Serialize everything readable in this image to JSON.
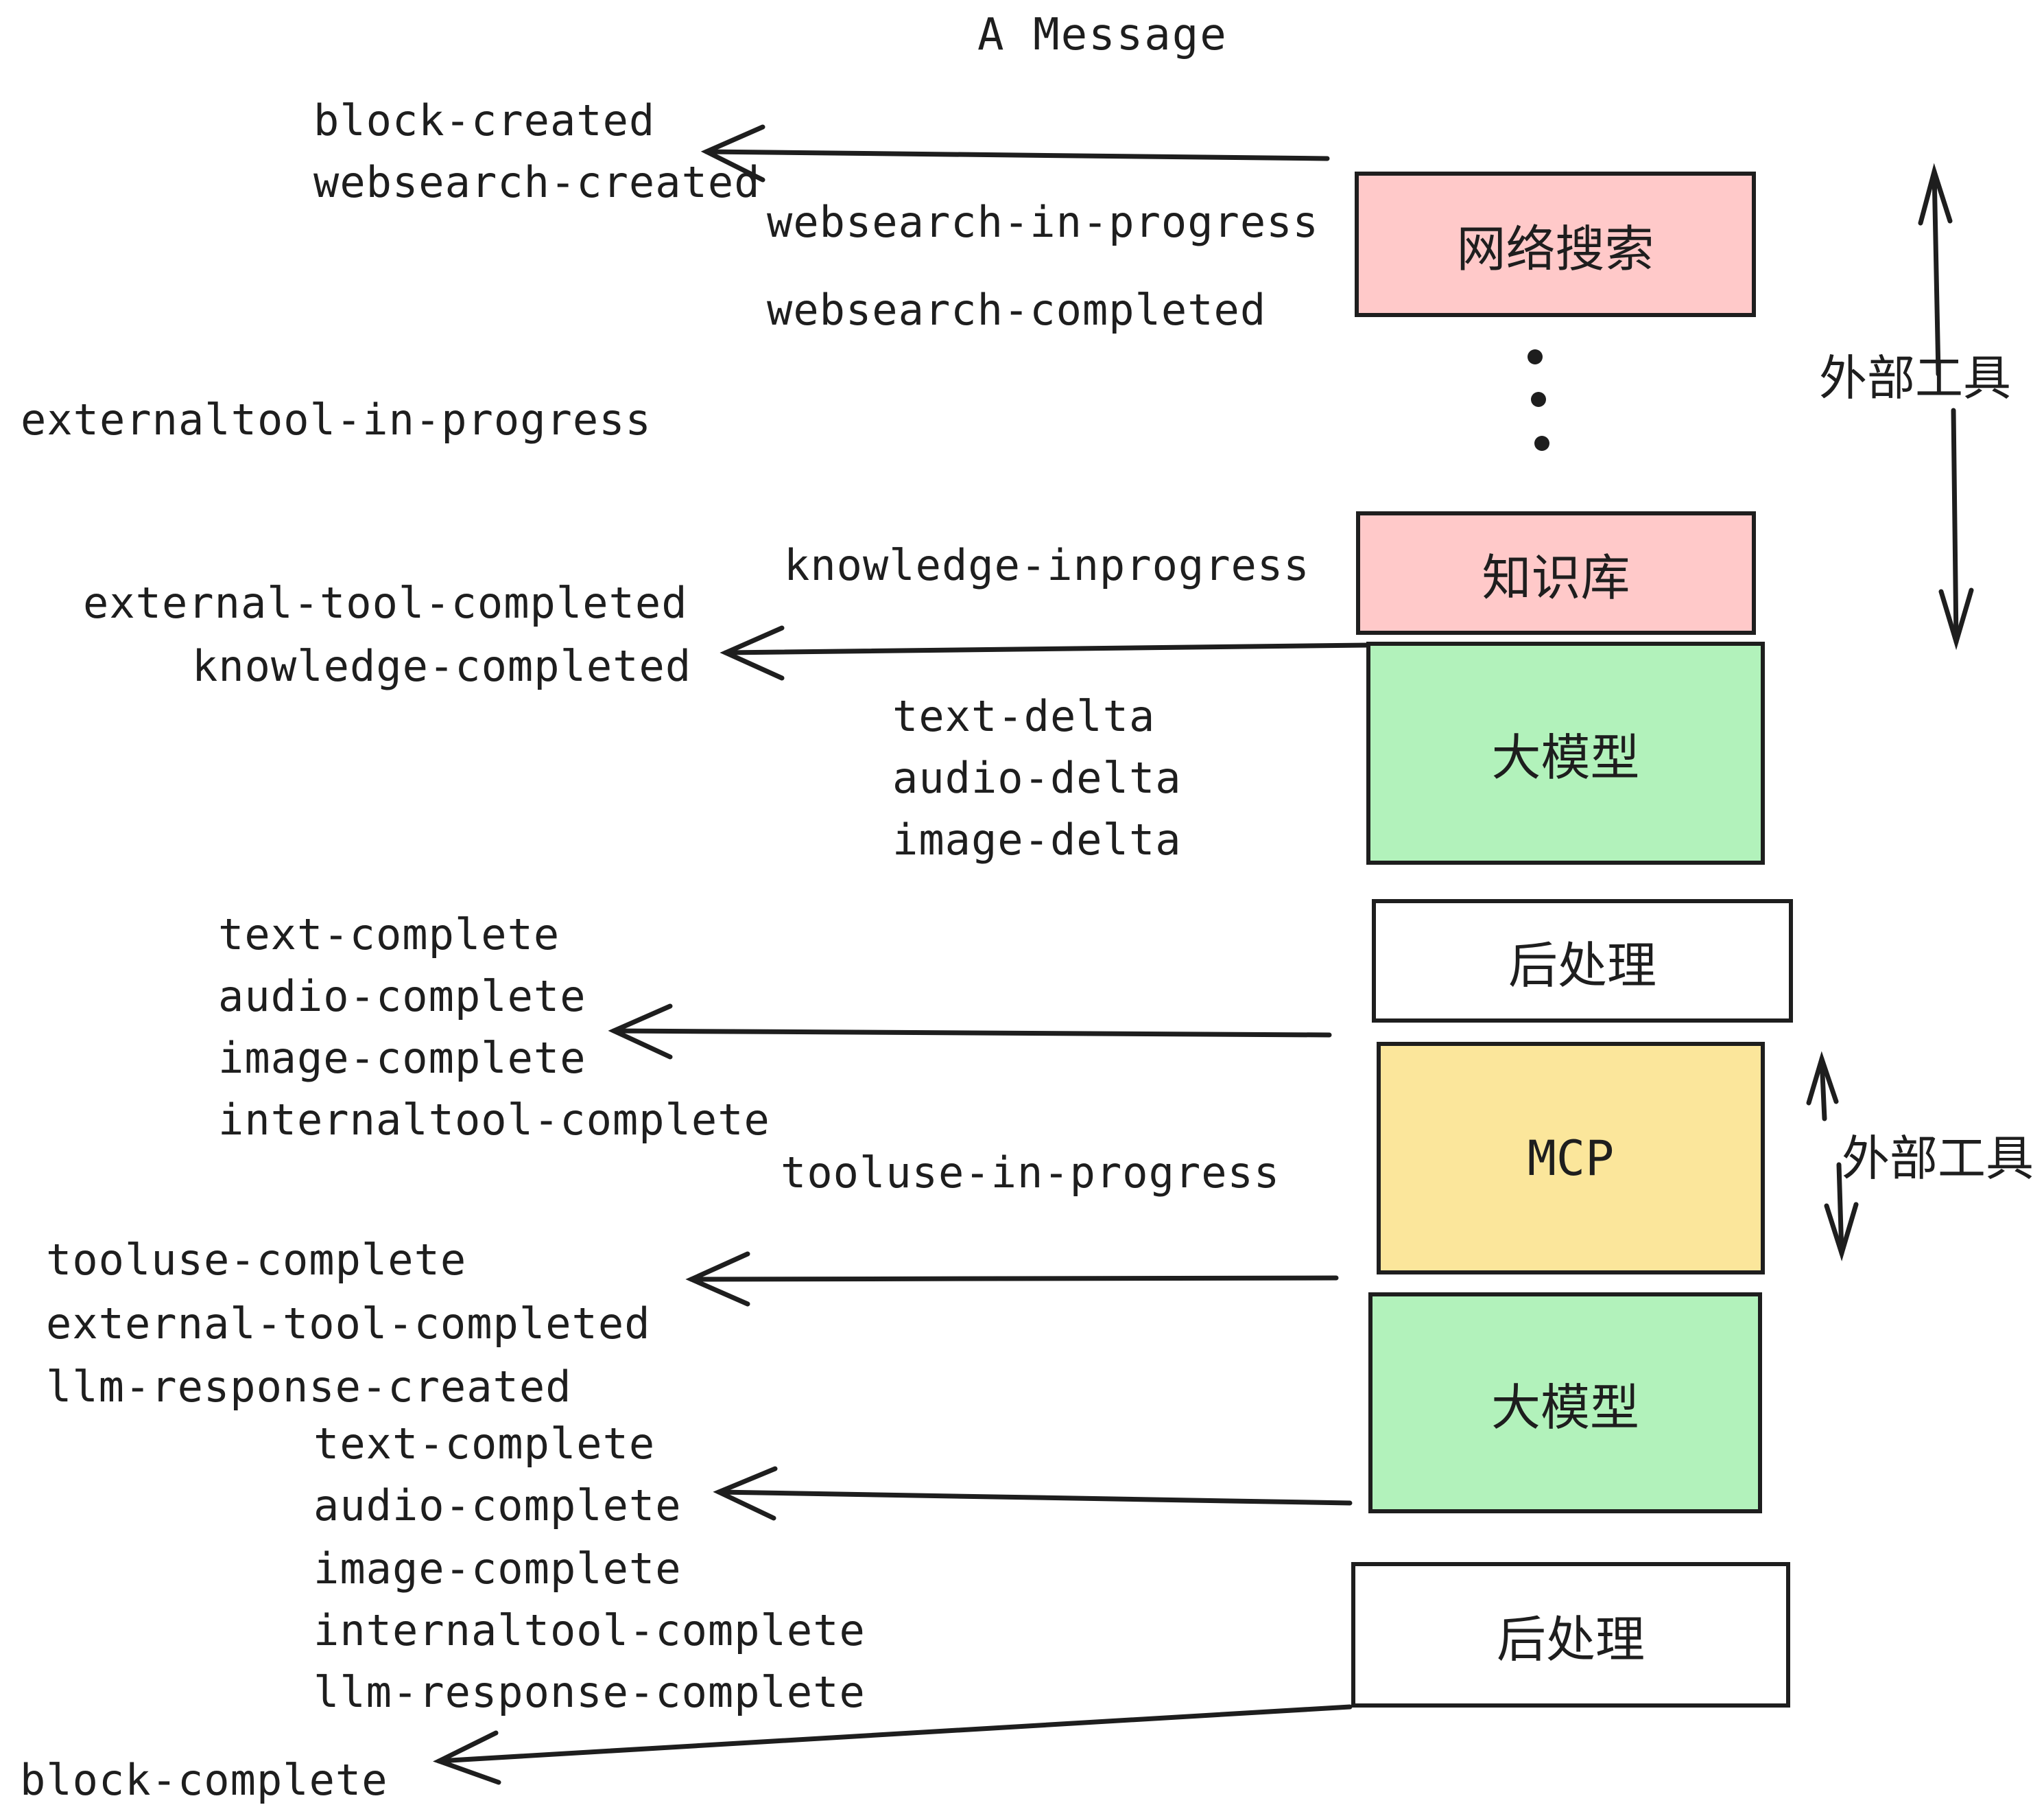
{
  "title": "A Message",
  "colors": {
    "ink": "#1e1e1e",
    "pink": "#FFC9C9",
    "green": "#B2F2BB",
    "yellow": "#FBE69B",
    "white": "#FFFFFF",
    "bg": "#FFFFFF"
  },
  "events": {
    "block_created": "block-created",
    "websearch_created": "websearch-created",
    "websearch_in_progress": "websearch-in-progress",
    "websearch_completed": "websearch-completed",
    "externaltool_in_progress": "externaltool-in-progress",
    "knowledge_inprogress": "knowledge-inprogress",
    "external_tool_completed_1": "external-tool-completed",
    "knowledge_completed": "knowledge-completed",
    "text_delta_1": "text-delta",
    "audio_delta_1": "audio-delta",
    "image_delta_1": "image-delta",
    "text_complete_1": "text-complete",
    "audio_complete_1": "audio-complete",
    "image_complete_1": "image-complete",
    "internaltool_complete_1": "internaltool-complete",
    "tooluse_in_progress": "tooluse-in-progress",
    "tooluse_complete": "tooluse-complete",
    "external_tool_completed_2": "external-tool-completed",
    "llm_response_created": "llm-response-created",
    "text_complete_2": "text-complete",
    "audio_complete_2": "audio-complete",
    "image_complete_2": "image-complete",
    "internaltool_complete_2": "internaltool-complete",
    "llm_response_complete": "llm-response-complete",
    "block_complete": "block-complete"
  },
  "boxes": {
    "websearch": {
      "label": "网络搜索",
      "fill": "pink"
    },
    "knowledge": {
      "label": "知识库",
      "fill": "pink"
    },
    "llm_top": {
      "label": "大模型",
      "fill": "green"
    },
    "postprocess_top": {
      "label": "后处理",
      "fill": "white"
    },
    "mcp": {
      "label": "MCP",
      "fill": "yellow"
    },
    "llm_bottom": {
      "label": "大模型",
      "fill": "green"
    },
    "postprocess_bottom": {
      "label": "后处理",
      "fill": "white"
    }
  },
  "side_labels": {
    "external_tools_top": "外部工具",
    "external_tools_bottom": "外部工具"
  }
}
